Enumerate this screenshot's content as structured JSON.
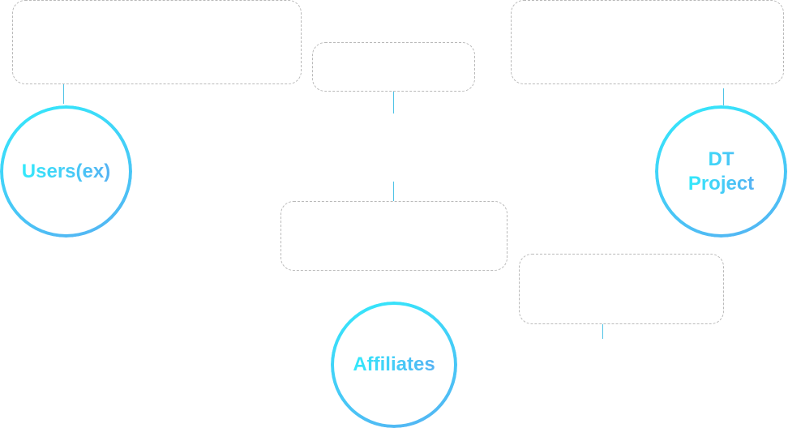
{
  "nodes": {
    "users": {
      "label": "Users(ex)"
    },
    "dt_project": {
      "label": "DT\nProject"
    },
    "affiliates": {
      "label": "Affiliates"
    }
  },
  "colors": {
    "ring_start": "#33e9fb",
    "ring_end": "#55b2f3",
    "connector": "#4fc3e6",
    "box_border": "#b9b9b9"
  }
}
